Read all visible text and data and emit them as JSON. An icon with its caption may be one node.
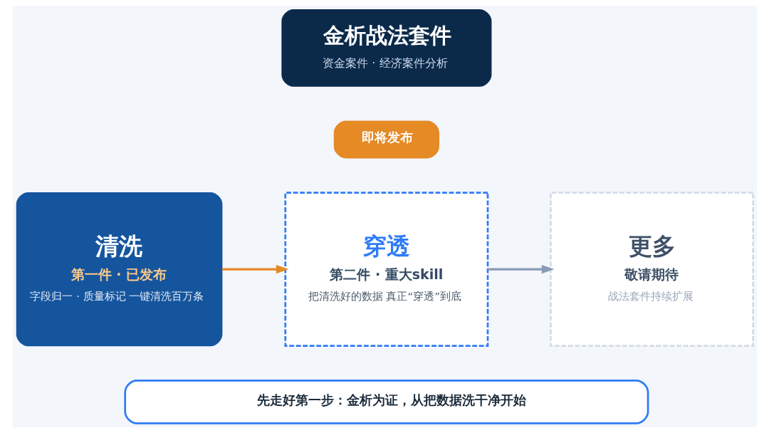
{
  "diagram": {
    "nodes": [
      {
        "text": [
          "金析战法套件",
          "资金案件 · 经济案件分析"
        ]
      },
      {
        "text": [
          "清洗",
          "第一件 · 已发布",
          "字段归一 · 质量标记 一键清洗百万条"
        ]
      },
      {
        "text": [
          "即将发布"
        ]
      },
      {
        "text": [
          "穿透",
          "第二件 · 重大skill",
          "把清洗好的数据 真正“穿透”到底"
        ]
      },
      {
        "text": [
          "更多",
          "敬请期待",
          "战法套件持续扩展"
        ]
      },
      {
        "text": [
          "先走好第一步：金析为证，从把数据洗干净开始"
        ]
      }
    ],
    "edges": [
      {
        "from": 1,
        "to": 3,
        "arrow": "to",
        "color": "#e58a25"
      },
      {
        "from": 3,
        "to": 4,
        "arrow": "to",
        "color": "#8a9bb5"
      }
    ]
  }
}
